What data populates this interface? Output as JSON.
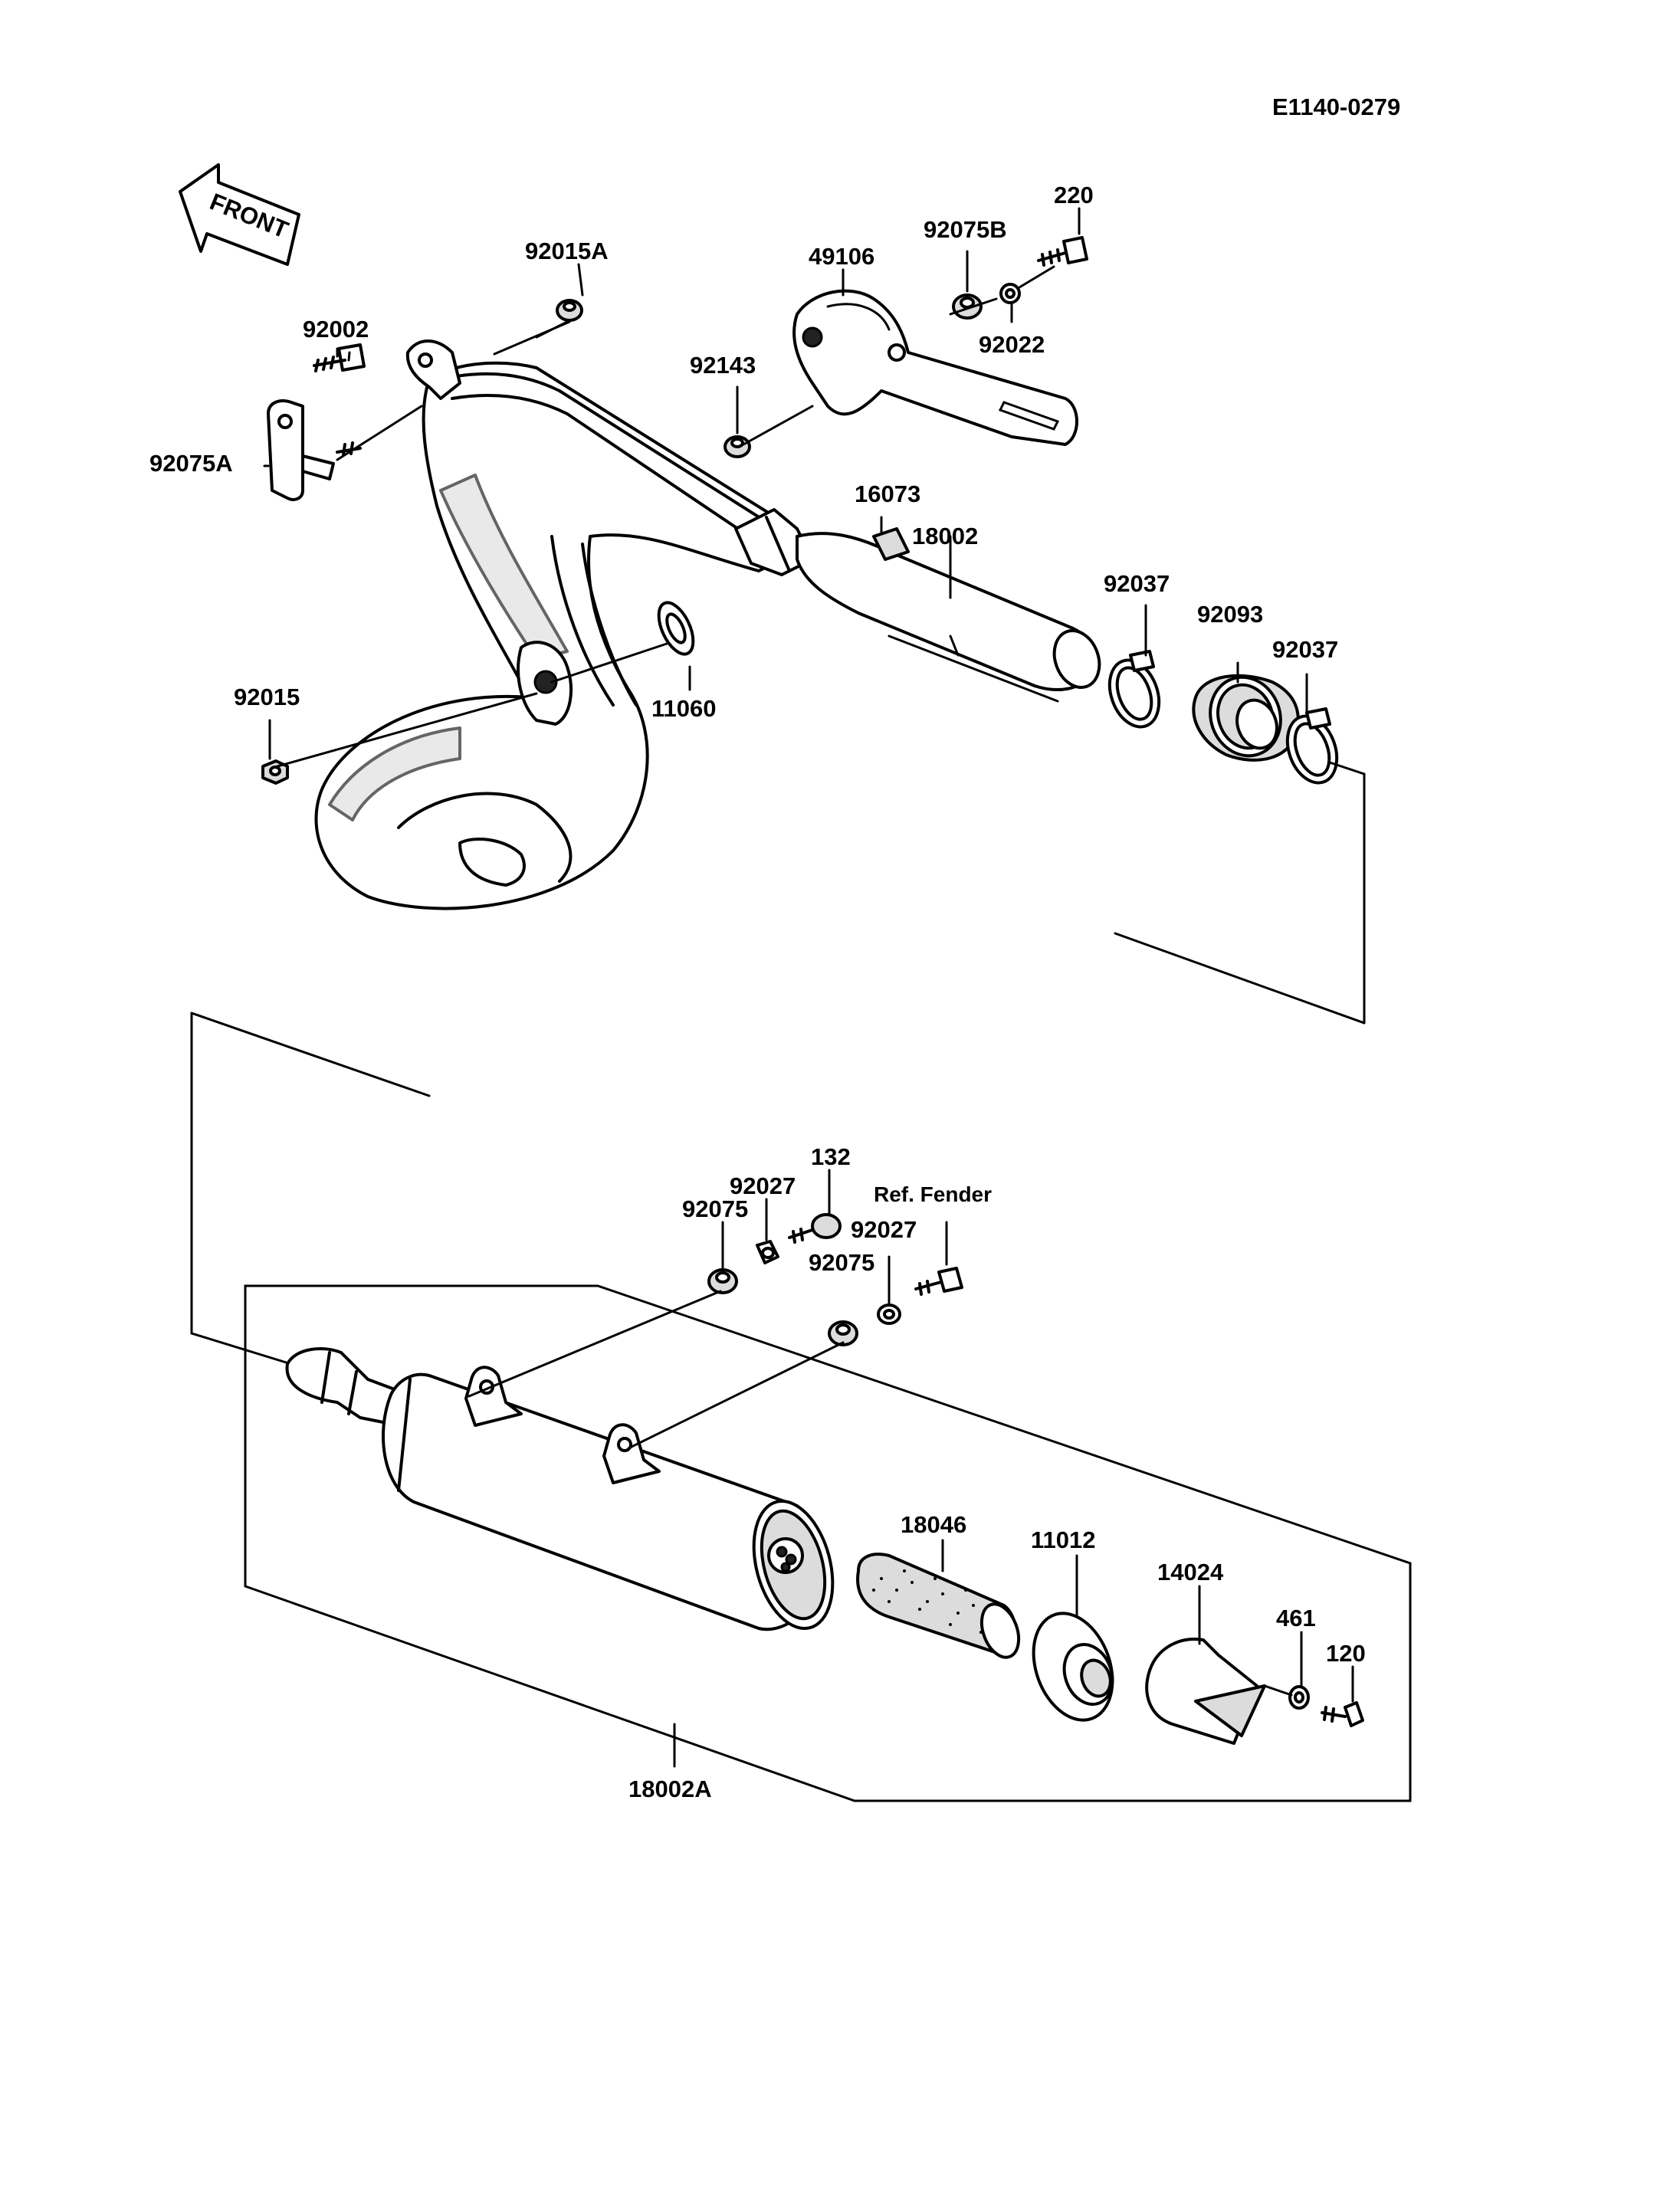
{
  "diagram": {
    "code": "E1140-0279",
    "front_label": "FRONT",
    "ref_note": "Ref. Fender",
    "parts": {
      "p220": "220",
      "p92075B": "92075B",
      "p49106": "49106",
      "p92022": "92022",
      "p92015A": "92015A",
      "p92002": "92002",
      "p92143": "92143",
      "p92075A": "92075A",
      "p16073": "16073",
      "p18002": "18002",
      "p92037a": "92037",
      "p92093": "92093",
      "p92037b": "92037",
      "p92015": "92015",
      "p11060": "11060",
      "p132": "132",
      "p92027a": "92027",
      "p92075a": "92075",
      "p92027b": "92027",
      "p92075b": "92075",
      "p18046": "18046",
      "p11012": "11012",
      "p14024": "14024",
      "p461": "461",
      "p120": "120",
      "p18002A": "18002A"
    }
  }
}
